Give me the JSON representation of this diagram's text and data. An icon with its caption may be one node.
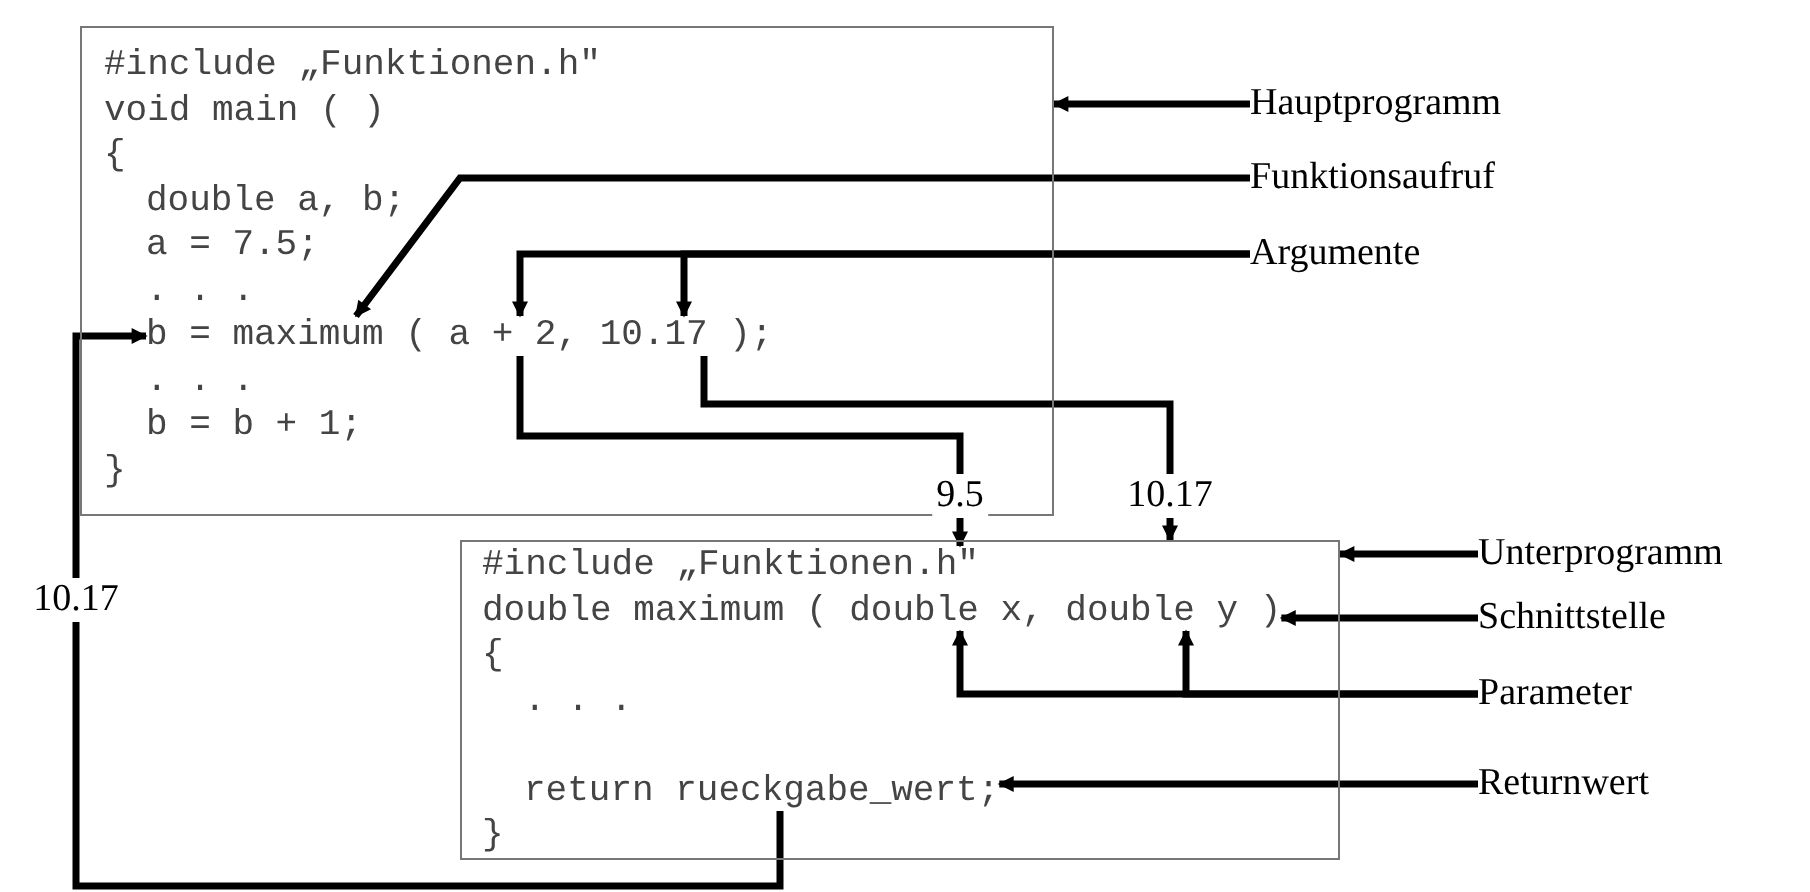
{
  "diagram": {
    "nodes": [
      {
        "text": [],
        "shape": "box"
      },
      {
        "text": [
          "#include „Funktionen.h\""
        ],
        "in": 0
      },
      {
        "text": [
          "void main ( )"
        ],
        "in": 0
      },
      {
        "text": [
          "{"
        ],
        "in": 0
      },
      {
        "text": [
          "double a, b;"
        ],
        "in": 0
      },
      {
        "text": [
          "a = 7.5;"
        ],
        "in": 0
      },
      {
        "text": [
          ". . ."
        ],
        "in": 0
      },
      {
        "text": [
          "b = maximum ( a + 2, 10.17 );"
        ],
        "in": 0
      },
      {
        "text": [
          ". . ."
        ],
        "in": 0
      },
      {
        "text": [
          "b = b + 1;"
        ],
        "in": 0
      },
      {
        "text": [
          "}"
        ],
        "in": 0
      },
      {
        "text": [
          "Hauptprogramm"
        ]
      },
      {
        "text": [
          "Funktionsaufruf"
        ]
      },
      {
        "text": [
          "Argumente"
        ]
      },
      {
        "text": [],
        "shape": "box"
      },
      {
        "text": [
          "#include „Funktionen.h\""
        ],
        "in": 14
      },
      {
        "text": [
          "double maximum ( double x, double y )"
        ],
        "in": 14
      },
      {
        "text": [
          "{"
        ],
        "in": 14
      },
      {
        "text": [
          ". . ."
        ],
        "in": 14
      },
      {
        "text": [
          "return rueckgabe_wert;"
        ],
        "in": 14
      },
      {
        "text": [
          "}"
        ],
        "in": 14
      },
      {
        "text": [
          "Unterprogramm"
        ]
      },
      {
        "text": [
          "Schnittstelle"
        ]
      },
      {
        "text": [
          "Parameter"
        ]
      },
      {
        "text": [
          "Returnwert"
        ]
      }
    ],
    "edges": [
      {
        "from": 11,
        "to": 0,
        "arrow": "to"
      },
      {
        "from": 12,
        "to": 7,
        "arrow": "to"
      },
      {
        "from": 13,
        "to": 7,
        "arrow": "to"
      },
      {
        "from": 13,
        "to": 7,
        "arrow": "to"
      },
      {
        "from": 7,
        "to": 15,
        "arrow": "to",
        "label": "9.5"
      },
      {
        "from": 7,
        "to": 14,
        "arrow": "to",
        "label": "10.17"
      },
      {
        "from": 21,
        "to": 14,
        "arrow": "to"
      },
      {
        "from": 22,
        "to": 16,
        "arrow": "to"
      },
      {
        "from": 23,
        "to": 16,
        "arrow": "to"
      },
      {
        "from": 23,
        "to": 16,
        "arrow": "to"
      },
      {
        "from": 19,
        "to": 7,
        "arrow": "to",
        "label": "10.17"
      },
      {
        "from": 24,
        "to": 19,
        "arrow": "to"
      }
    ]
  }
}
